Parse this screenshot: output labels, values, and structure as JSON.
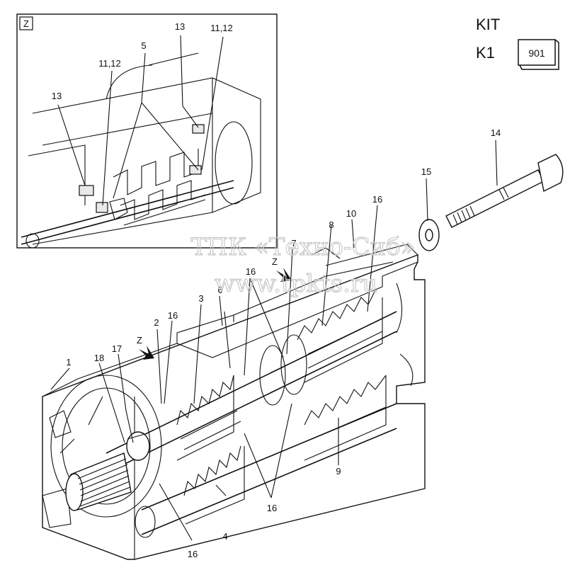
{
  "header": {
    "kit_label": "KIT",
    "k1_label": "K1",
    "code_box": "901"
  },
  "detail_view": {
    "view_letter": "Z",
    "callouts": [
      "13",
      "11,12",
      "5",
      "11,12",
      "13"
    ]
  },
  "direction_markers": [
    "Z",
    "Z"
  ],
  "callouts": {
    "c1": "1",
    "c2": "2",
    "c3": "3",
    "c4": "4",
    "c6": "6",
    "c7": "7",
    "c8": "8",
    "c9": "9",
    "c10": "10",
    "c14": "14",
    "c15": "15",
    "c16a": "16",
    "c16b": "16",
    "c16c": "16",
    "c16d": "16",
    "c16e": "16",
    "c17": "17",
    "c18": "18"
  },
  "watermark": {
    "line1": "ТПК «Техно-Сиб»",
    "line2": "www.tpkts.ru"
  }
}
